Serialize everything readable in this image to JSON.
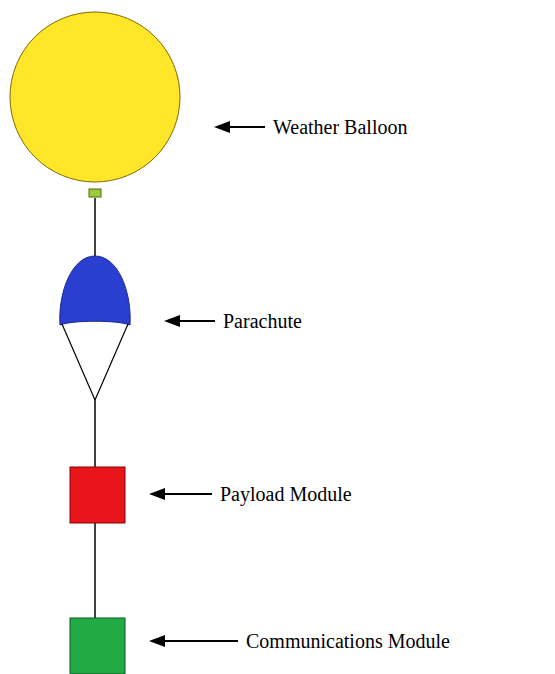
{
  "diagram": {
    "labels": [
      "Weather Balloon",
      "Parachute",
      "Payload Module",
      "Communications Module"
    ]
  }
}
